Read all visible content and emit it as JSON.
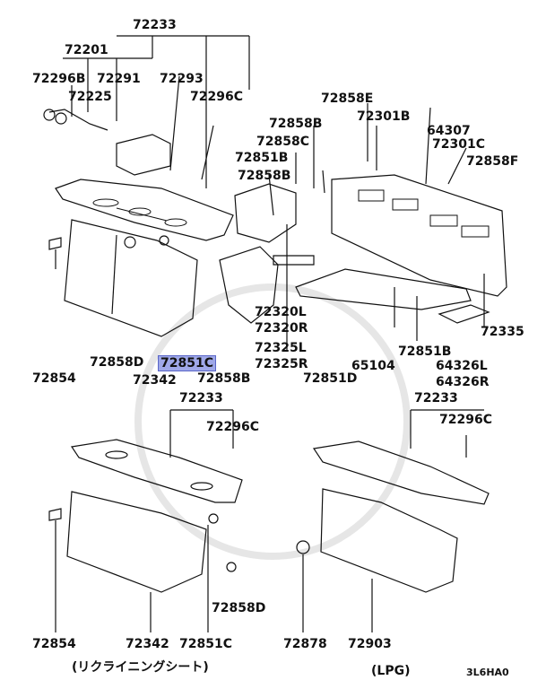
{
  "labels": {
    "p72233_top": "72233",
    "p72201": "72201",
    "p72296B": "72296B",
    "p72291": "72291",
    "p72293": "72293",
    "p72225": "72225",
    "p72296C_top": "72296C",
    "p72858E": "72858E",
    "p72858B_a": "72858B",
    "p72301B": "72301B",
    "p64307": "64307",
    "p72858C": "72858C",
    "p72301C": "72301C",
    "p72851B_top": "72851B",
    "p72858F": "72858F",
    "p72858B_b": "72858B",
    "p72320L": "72320L",
    "p72320R": "72320R",
    "p72325L": "72325L",
    "p72325R": "72325R",
    "p72854_top": "72854",
    "p72858D_top": "72858D",
    "p72851C_hl": "72851C",
    "p72342_top": "72342",
    "p72858B_c": "72858B",
    "p72851D": "72851D",
    "p72851B_mid": "72851B",
    "p65104": "65104",
    "p64326L": "64326L",
    "p64326R": "64326R",
    "p72335": "72335",
    "p72233_l": "72233",
    "p72296C_l": "72296C",
    "p72233_r": "72233",
    "p72296C_r": "72296C",
    "p72854_bot": "72854",
    "p72342_bot": "72342",
    "p72851C_bot": "72851C",
    "p72858D_bot": "72858D",
    "p72878": "72878",
    "p72903": "72903"
  },
  "captions": {
    "reclining": "(リクライニングシート)",
    "lpg": "(LPG)",
    "code": "3L6HA0"
  },
  "colors": {
    "highlight": "#9fa8e8",
    "line": "#111111"
  }
}
